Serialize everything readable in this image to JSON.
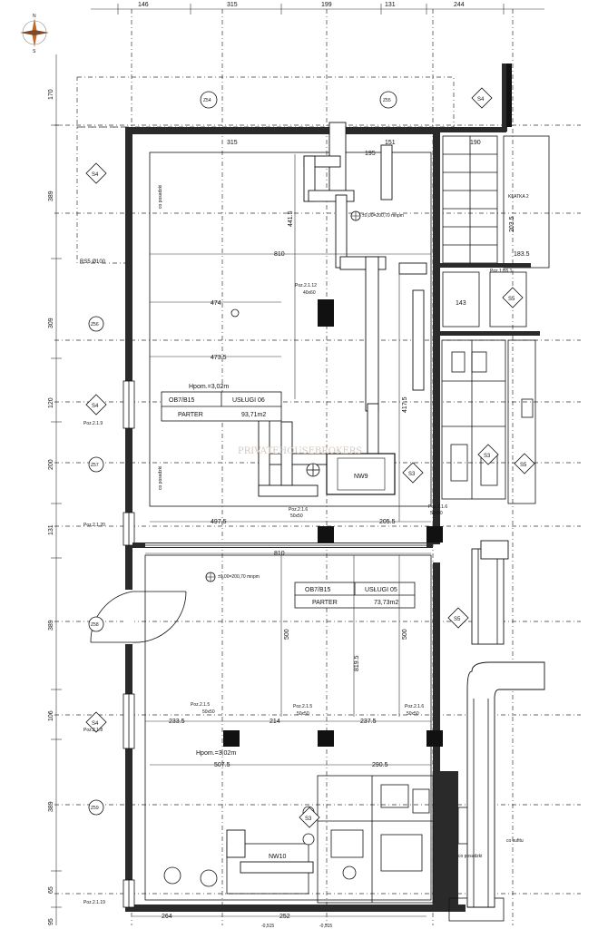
{
  "compass": {
    "label_n": "N",
    "label_s": "S"
  },
  "top_dimensions": [
    "146",
    "315",
    "199",
    "131",
    "244"
  ],
  "left_dimensions": [
    "170",
    "389",
    "309",
    "120",
    "200",
    "131",
    "389",
    "106",
    "389",
    "65",
    "95"
  ],
  "units": [
    {
      "code": "OB7/B15",
      "name": "USŁUGI 06",
      "floor": "PARTER",
      "area": "93,71m2",
      "height": "Hpom.=3,02m"
    },
    {
      "code": "OB7/B15",
      "name": "USŁUGI 05",
      "floor": "PARTER",
      "area": "73,73m2",
      "height": "Hpom.=3,02m"
    }
  ],
  "level_marks": [
    "±0,00=200,70 mnpm",
    "±0,00=200,70 mnpm",
    "-0,515",
    "-0,515"
  ],
  "symbols": [
    "S4",
    "S4",
    "S4",
    "S4",
    "S5",
    "S5",
    "S5",
    "S3",
    "S3",
    "S3",
    "Z54",
    "Z55",
    "Z56",
    "Z57",
    "Z58",
    "Z59"
  ],
  "labels": {
    "rs5": "RS5 Ø100",
    "nw9": "NW9",
    "nw10": "NW10",
    "klatka": "KLATKA 2",
    "co_posadzka_1": "co posadzki",
    "co_posadzka_2": "co posadzki",
    "co_posadzka_3": "co posadzki",
    "co_sufitu": "co sufitu",
    "watermark": "PRIVATEHOUSEBROKERS"
  },
  "pozycje": [
    "Poz.2.1.12",
    "Poz.2.1.9",
    "Poz.2.1.20",
    "Poz.2.1.8",
    "Poz.2.1.19",
    "Poz.2.1.5",
    "Poz.2.1.5",
    "Poz.2.1.6",
    "Poz.2.1.6",
    "Poz.2.1.6",
    "Poz.1.B5.1"
  ],
  "room_dims": [
    "810",
    "810",
    "474",
    "473.5",
    "497.5",
    "205.5",
    "233.5",
    "214",
    "237.5",
    "507.5",
    "290.5",
    "441.5",
    "417.5",
    "500",
    "500",
    "819.5",
    "315",
    "195",
    "151",
    "190",
    "264",
    "252",
    "183.5",
    "203.5",
    "143"
  ],
  "column_sizes": [
    "40x60",
    "50x50",
    "50x50",
    "50x50",
    "50x50",
    "50x50"
  ]
}
